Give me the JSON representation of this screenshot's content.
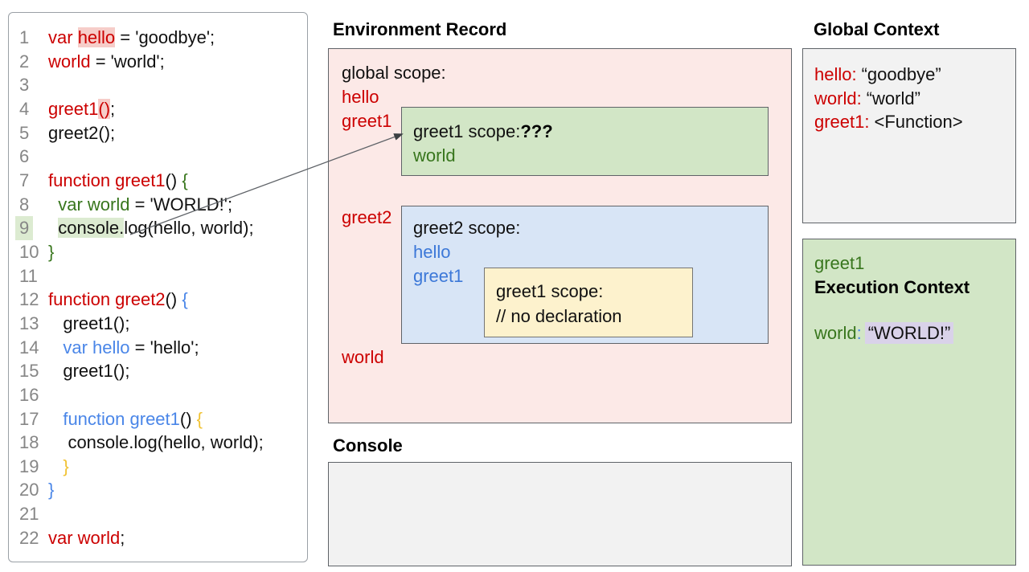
{
  "colors": {
    "code_red": "#cc0000",
    "code_green": "#38761d",
    "code_blue": "#4a86e8",
    "code_orange": "#f1c232",
    "global_scope_fill": "#fce9e7",
    "greet1_scope_fill": "#d2e6c6",
    "greet2_scope_fill": "#d8e5f6",
    "inner_scope_fill": "#fdf2cd",
    "context_fill": "#f2f2f2",
    "pink_highlight": "#f6cdc9",
    "green_highlight": "#dcebd1",
    "lavender_highlight": "#d9d2e9"
  },
  "code_panel": {
    "lines": [
      {
        "num": "1",
        "segments": [
          {
            "t": "var ",
            "c": "red"
          },
          {
            "t": "hello",
            "c": "red",
            "hl": "pink"
          },
          {
            "t": " = 'goodbye';",
            "c": "black"
          }
        ]
      },
      {
        "num": "2",
        "segments": [
          {
            "t": "world",
            "c": "red"
          },
          {
            "t": " = 'world';",
            "c": "black"
          }
        ]
      },
      {
        "num": "3",
        "segments": []
      },
      {
        "num": "4",
        "segments": [
          {
            "t": "greet1",
            "c": "red"
          },
          {
            "t": "()",
            "c": "red",
            "hl": "pink"
          },
          {
            "t": ";",
            "c": "black"
          }
        ]
      },
      {
        "num": "5",
        "segments": [
          {
            "t": "greet2();",
            "c": "black"
          }
        ]
      },
      {
        "num": "6",
        "segments": []
      },
      {
        "num": "7",
        "segments": [
          {
            "t": "function greet1",
            "c": "red"
          },
          {
            "t": "() ",
            "c": "black"
          },
          {
            "t": "{",
            "c": "green"
          }
        ]
      },
      {
        "num": "8",
        "segments": [
          {
            "t": "  var world",
            "c": "green"
          },
          {
            "t": " = 'WORLD!';",
            "c": "black"
          }
        ]
      },
      {
        "num": "9",
        "num_hl": "green",
        "segments": [
          {
            "t": "  ",
            "c": "black"
          },
          {
            "t": "console.",
            "c": "black",
            "hl": "green"
          },
          {
            "t": "log(hello, world);",
            "c": "black"
          }
        ]
      },
      {
        "num": "10",
        "segments": [
          {
            "t": "}",
            "c": "green"
          }
        ]
      },
      {
        "num": "11",
        "segments": []
      },
      {
        "num": "12",
        "segments": [
          {
            "t": "function greet2",
            "c": "red"
          },
          {
            "t": "() ",
            "c": "black"
          },
          {
            "t": "{",
            "c": "blue"
          }
        ]
      },
      {
        "num": "13",
        "segments": [
          {
            "t": "   greet1();",
            "c": "black"
          }
        ]
      },
      {
        "num": "14",
        "segments": [
          {
            "t": "   var hello",
            "c": "blue"
          },
          {
            "t": " = 'hello';",
            "c": "black"
          }
        ]
      },
      {
        "num": "15",
        "segments": [
          {
            "t": "   greet1();",
            "c": "black"
          }
        ]
      },
      {
        "num": "16",
        "segments": []
      },
      {
        "num": "17",
        "segments": [
          {
            "t": "   function greet1",
            "c": "blue"
          },
          {
            "t": "() ",
            "c": "black"
          },
          {
            "t": "{",
            "c": "orange"
          }
        ]
      },
      {
        "num": "18",
        "segments": [
          {
            "t": "    console.log(hello, world);",
            "c": "black"
          }
        ]
      },
      {
        "num": "19",
        "segments": [
          {
            "t": "   }",
            "c": "orange"
          }
        ]
      },
      {
        "num": "20",
        "segments": [
          {
            "t": "}",
            "c": "blue"
          }
        ]
      },
      {
        "num": "21",
        "segments": []
      },
      {
        "num": "22",
        "segments": [
          {
            "t": "var world",
            "c": "red"
          },
          {
            "t": ";",
            "c": "black"
          }
        ]
      }
    ]
  },
  "environment_record": {
    "title": "Environment Record",
    "global_scope_label": "global scope:",
    "label_hello": "hello",
    "label_greet1": "greet1",
    "label_greet2": "greet2",
    "label_world": "world",
    "greet1_scope": {
      "title": "greet1 scope:",
      "question": "???",
      "var_world": "world"
    },
    "greet2_scope": {
      "title": "greet2 scope:",
      "var_hello": "hello",
      "var_greet1": "greet1",
      "greet1_inner_scope": {
        "title": "greet1 scope:",
        "comment": "// no declaration"
      }
    }
  },
  "console_panel": {
    "title": "Console"
  },
  "global_context": {
    "title": "Global Context",
    "entries": [
      {
        "label": "hello:",
        "value": "“goodbye”"
      },
      {
        "label": "world:",
        "value": "“world”"
      },
      {
        "label": "greet1:",
        "value": "<Function>"
      }
    ]
  },
  "execution_context": {
    "function_name": "greet1",
    "title": "Execution Context",
    "var_label": "world",
    "colon": ":",
    "value": "“WORLD!”"
  }
}
